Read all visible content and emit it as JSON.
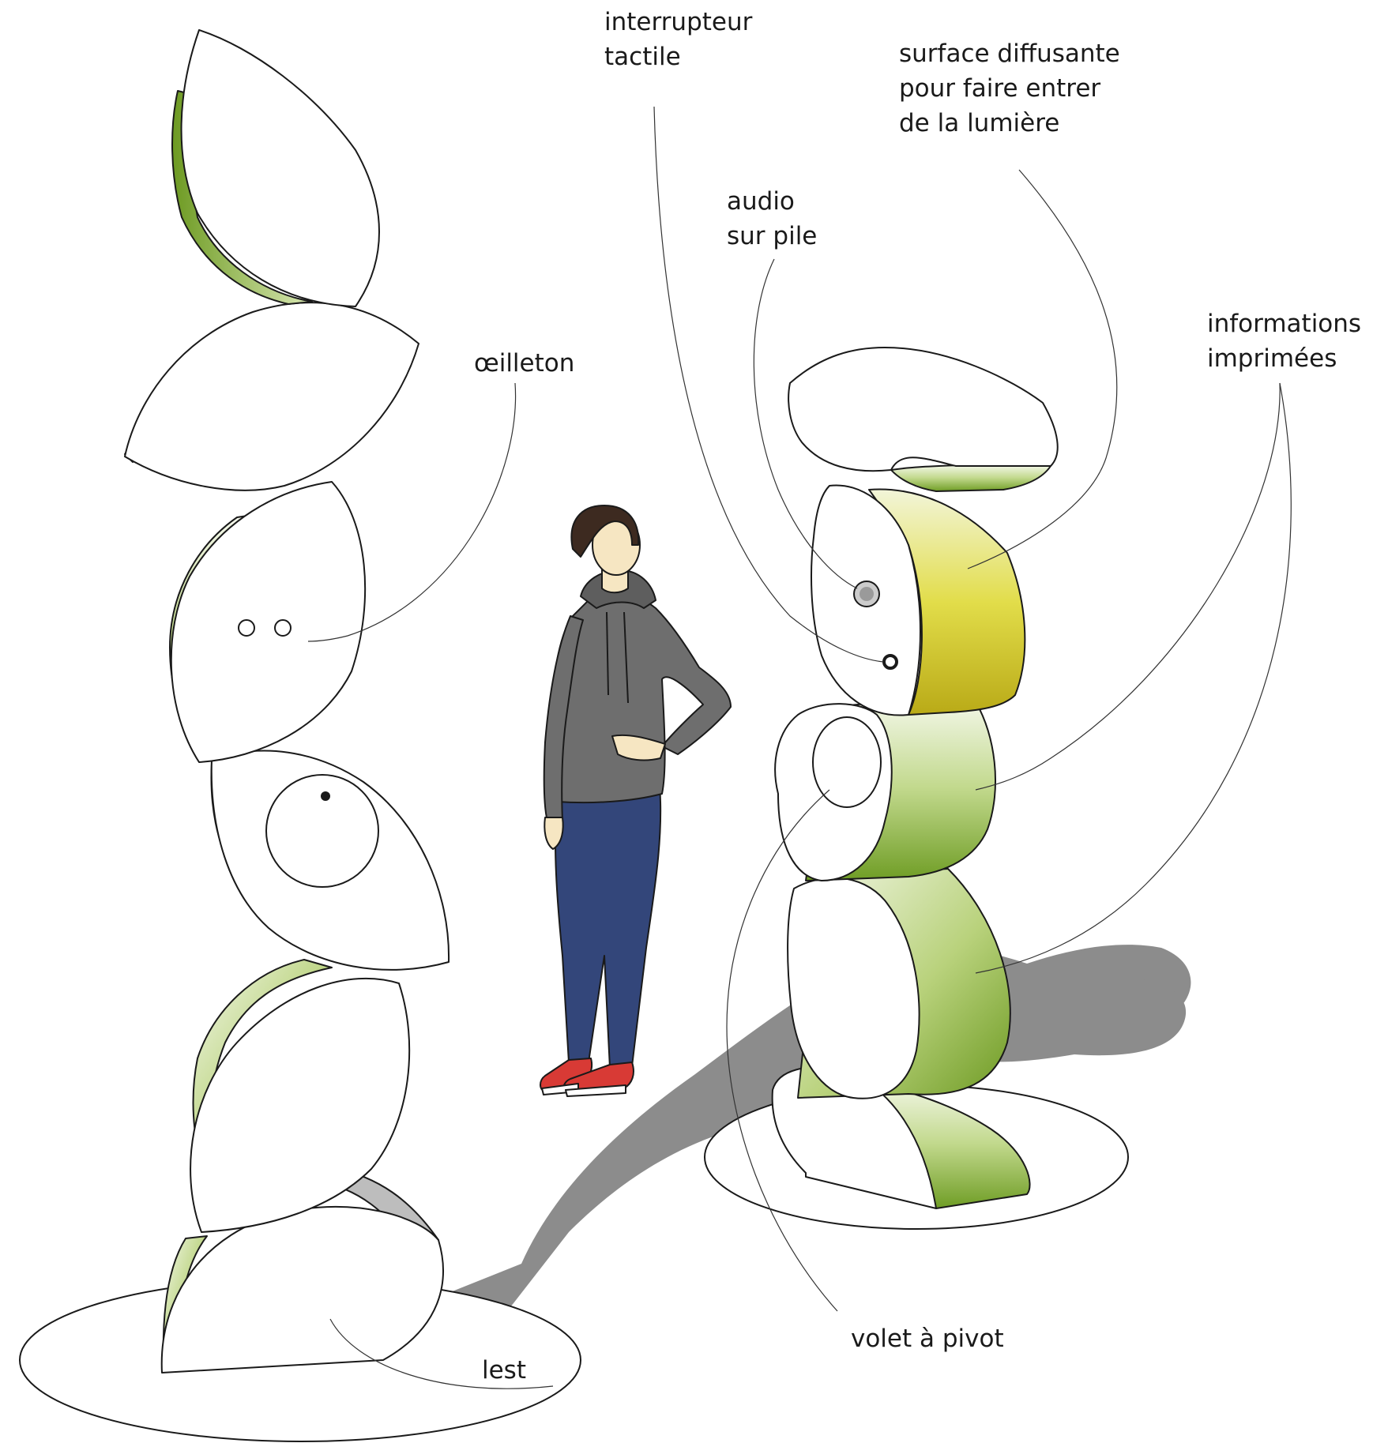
{
  "labels": {
    "interrupteur_1": "interrupteur",
    "interrupteur_2": "tactile",
    "surface_1": "surface diffusante",
    "surface_2": "pour faire entrer",
    "surface_3": "de la lumière",
    "audio_1": "audio",
    "audio_2": "sur pile",
    "informations_1": "informations",
    "informations_2": "imprimées",
    "oeilleton": "œilleton",
    "volet": "volet à pivot",
    "lest": "lest"
  },
  "colors": {
    "accent_green": "#7fae2e",
    "accent_yellow": "#d6d12a",
    "shadow": "#8a8a8a",
    "jeans": "#33467a",
    "hoodie": "#6e6e6e",
    "sneakers": "#d83a35"
  }
}
